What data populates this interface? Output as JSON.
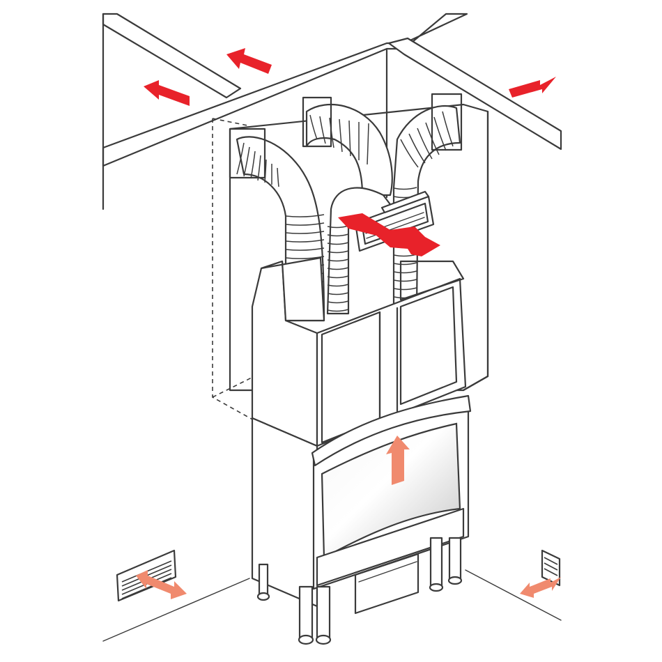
{
  "diagram": {
    "description_label": "",
    "colors": {
      "line": "#3a3a3a",
      "hot_arrow": "#e8222a",
      "warm_arrow": "#f08a6e",
      "background": "#ffffff",
      "glass_light": "#f4f4f4",
      "glass_dark": "#c9c9c9"
    },
    "components": [
      "ceiling-beams",
      "wall-corner",
      "flexible-ducts",
      "hot-air-outlet-grille",
      "fireplace-hood",
      "fireplace-firebox-glass",
      "fireplace-legs",
      "floor-inlet-grille-left",
      "floor-inlet-grille-right"
    ],
    "arrows": [
      {
        "name": "ceiling-arrow-left",
        "kind": "hot"
      },
      {
        "name": "ceiling-arrow-mid",
        "kind": "hot"
      },
      {
        "name": "ceiling-arrow-right",
        "kind": "hot"
      },
      {
        "name": "outlet-arrow",
        "kind": "hot"
      },
      {
        "name": "firebox-updraft-arrow",
        "kind": "warm"
      },
      {
        "name": "inlet-arrow-left",
        "kind": "warm"
      },
      {
        "name": "inlet-arrow-right",
        "kind": "warm"
      }
    ]
  }
}
